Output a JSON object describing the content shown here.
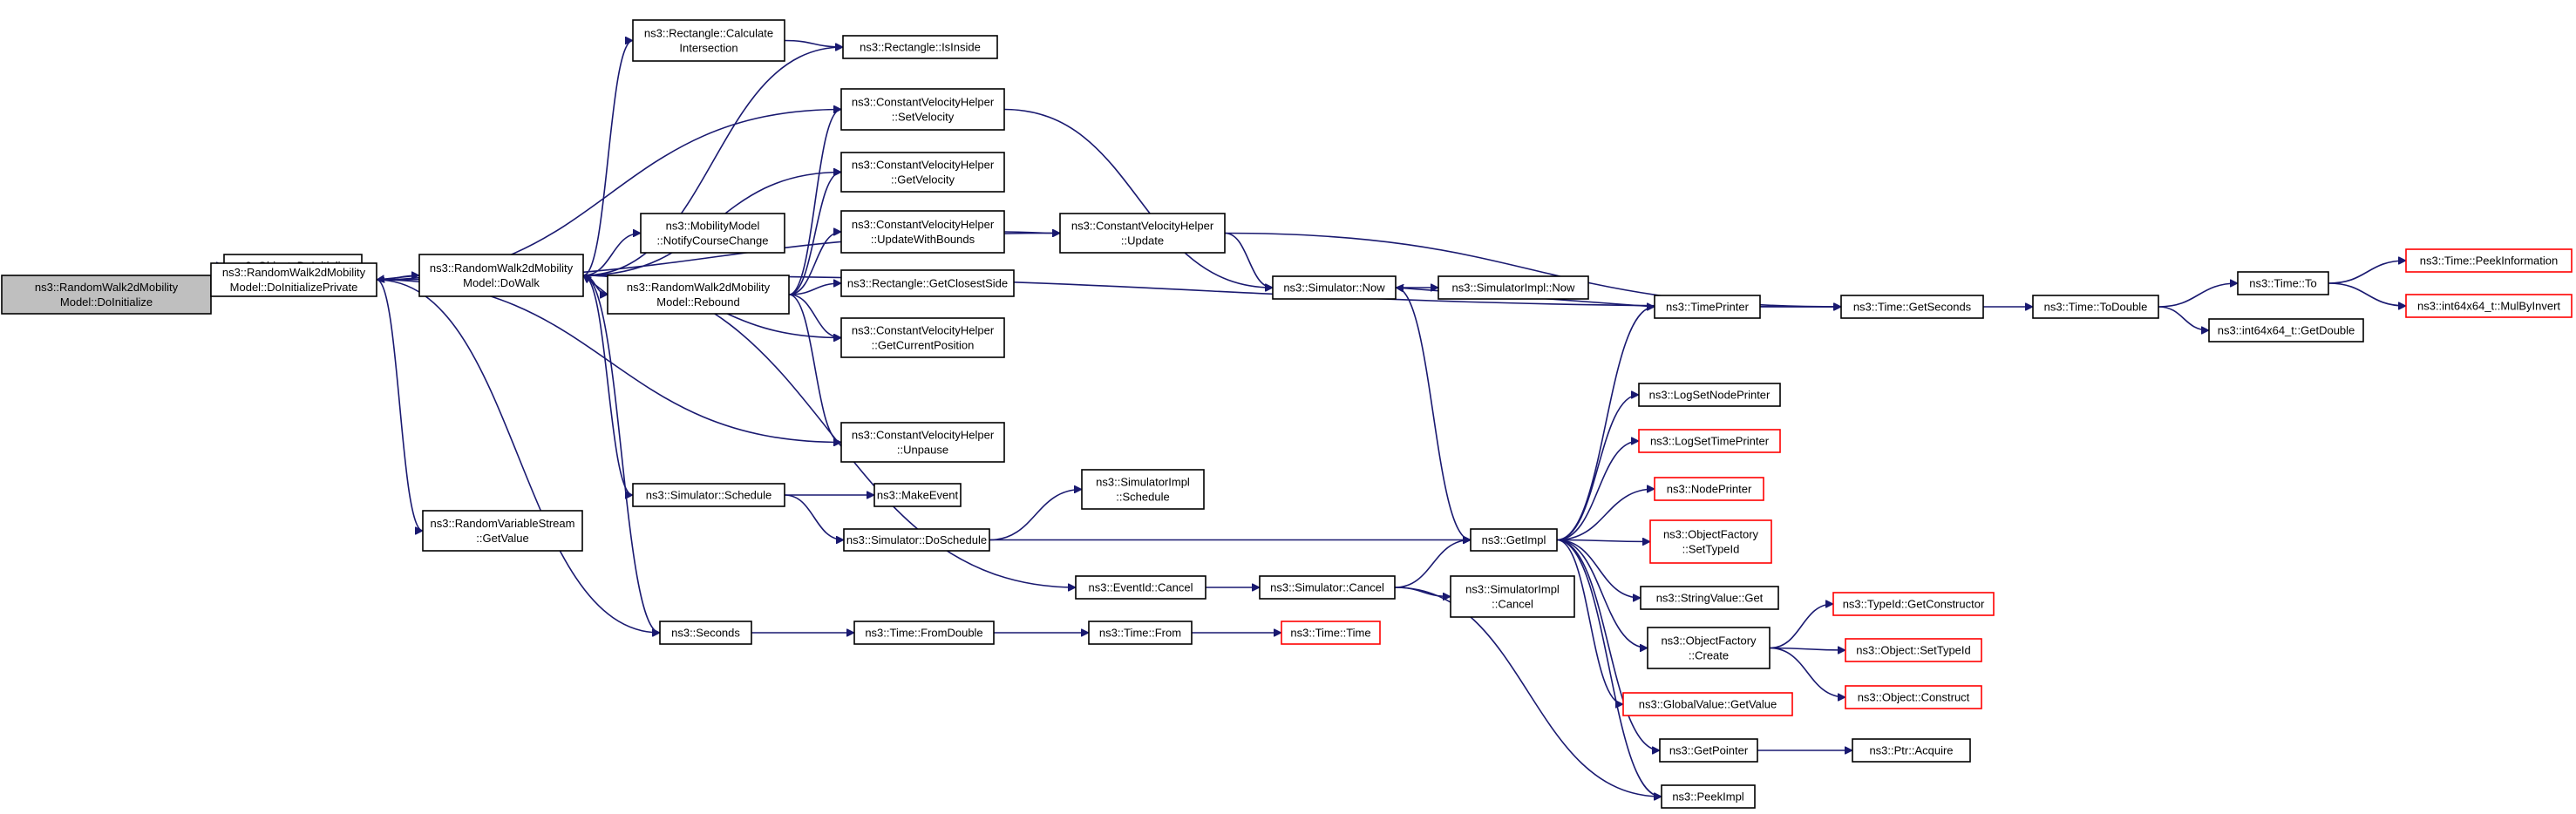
{
  "graph": {
    "nodes": [
      {
        "id": "root",
        "lines": [
          "ns3::RandomWalk2dMobility",
          "Model::DoInitialize"
        ],
        "style": "root"
      },
      {
        "id": "objdoinit",
        "lines": [
          "ns3::Object::DoInitialize"
        ],
        "style": "normal"
      },
      {
        "id": "doinitpriv",
        "lines": [
          "ns3::RandomWalk2dMobility",
          "Model::DoInitializePrivate"
        ],
        "style": "normal"
      },
      {
        "id": "dowalk",
        "lines": [
          "ns3::RandomWalk2dMobility",
          "Model::DoWalk"
        ],
        "style": "normal"
      },
      {
        "id": "rvsget",
        "lines": [
          "ns3::RandomVariableStream",
          "::GetValue"
        ],
        "style": "normal"
      },
      {
        "id": "rectcalc",
        "lines": [
          "ns3::Rectangle::Calculate",
          "Intersection"
        ],
        "style": "normal"
      },
      {
        "id": "mmnotify",
        "lines": [
          "ns3::MobilityModel",
          "::NotifyCourseChange"
        ],
        "style": "normal"
      },
      {
        "id": "rebound",
        "lines": [
          "ns3::RandomWalk2dMobility",
          "Model::Rebound"
        ],
        "style": "normal"
      },
      {
        "id": "simsched",
        "lines": [
          "ns3::Simulator::Schedule"
        ],
        "style": "normal"
      },
      {
        "id": "seconds",
        "lines": [
          "ns3::Seconds"
        ],
        "style": "normal"
      },
      {
        "id": "rectisinside",
        "lines": [
          "ns3::Rectangle::IsInside"
        ],
        "style": "normal"
      },
      {
        "id": "cvhsetvel",
        "lines": [
          "ns3::ConstantVelocityHelper",
          "::SetVelocity"
        ],
        "style": "normal"
      },
      {
        "id": "cvhgetvel",
        "lines": [
          "ns3::ConstantVelocityHelper",
          "::GetVelocity"
        ],
        "style": "normal"
      },
      {
        "id": "cvhupdbounds",
        "lines": [
          "ns3::ConstantVelocityHelper",
          "::UpdateWithBounds"
        ],
        "style": "normal"
      },
      {
        "id": "rectclosest",
        "lines": [
          "ns3::Rectangle::GetClosestSide"
        ],
        "style": "normal"
      },
      {
        "id": "cvhgetpos",
        "lines": [
          "ns3::ConstantVelocityHelper",
          "::GetCurrentPosition"
        ],
        "style": "normal"
      },
      {
        "id": "cvhunpause",
        "lines": [
          "ns3::ConstantVelocityHelper",
          "::Unpause"
        ],
        "style": "normal"
      },
      {
        "id": "makeevent",
        "lines": [
          "ns3::MakeEvent"
        ],
        "style": "normal"
      },
      {
        "id": "simdosched",
        "lines": [
          "ns3::Simulator::DoSchedule"
        ],
        "style": "normal"
      },
      {
        "id": "timefromdouble",
        "lines": [
          "ns3::Time::FromDouble"
        ],
        "style": "normal"
      },
      {
        "id": "cvhupdate",
        "lines": [
          "ns3::ConstantVelocityHelper",
          "::Update"
        ],
        "style": "normal"
      },
      {
        "id": "simimplsched",
        "lines": [
          "ns3::SimulatorImpl",
          "::Schedule"
        ],
        "style": "normal"
      },
      {
        "id": "eventcancel",
        "lines": [
          "ns3::EventId::Cancel"
        ],
        "style": "normal"
      },
      {
        "id": "timefrom",
        "lines": [
          "ns3::Time::From"
        ],
        "style": "normal"
      },
      {
        "id": "simnow",
        "lines": [
          "ns3::Simulator::Now"
        ],
        "style": "normal"
      },
      {
        "id": "simcancel",
        "lines": [
          "ns3::Simulator::Cancel"
        ],
        "style": "normal"
      },
      {
        "id": "timetime",
        "lines": [
          "ns3::Time::Time"
        ],
        "style": "red"
      },
      {
        "id": "simimplnow",
        "lines": [
          "ns3::SimulatorImpl::Now"
        ],
        "style": "normal"
      },
      {
        "id": "simimplcancel",
        "lines": [
          "ns3::SimulatorImpl",
          "::Cancel"
        ],
        "style": "normal"
      },
      {
        "id": "getimpl",
        "lines": [
          "ns3::GetImpl"
        ],
        "style": "normal"
      },
      {
        "id": "timeprinter",
        "lines": [
          "ns3::TimePrinter"
        ],
        "style": "normal"
      },
      {
        "id": "logsetnode",
        "lines": [
          "ns3::LogSetNodePrinter"
        ],
        "style": "normal"
      },
      {
        "id": "logsettime",
        "lines": [
          "ns3::LogSetTimePrinter"
        ],
        "style": "red"
      },
      {
        "id": "nodeprinter",
        "lines": [
          "ns3::NodePrinter"
        ],
        "style": "red"
      },
      {
        "id": "ofsettypeid",
        "lines": [
          "ns3::ObjectFactory",
          "::SetTypeId"
        ],
        "style": "red"
      },
      {
        "id": "strvalget",
        "lines": [
          "ns3::StringValue::Get"
        ],
        "style": "normal"
      },
      {
        "id": "ofcreate",
        "lines": [
          "ns3::ObjectFactory",
          "::Create"
        ],
        "style": "normal"
      },
      {
        "id": "globalval",
        "lines": [
          "ns3::GlobalValue::GetValue"
        ],
        "style": "red"
      },
      {
        "id": "getpointer",
        "lines": [
          "ns3::GetPointer"
        ],
        "style": "normal"
      },
      {
        "id": "peekimpl",
        "lines": [
          "ns3::PeekImpl"
        ],
        "style": "normal"
      },
      {
        "id": "timegetsec",
        "lines": [
          "ns3::Time::GetSeconds"
        ],
        "style": "normal"
      },
      {
        "id": "typeidgetctor",
        "lines": [
          "ns3::TypeId::GetConstructor"
        ],
        "style": "red"
      },
      {
        "id": "objsettypeid",
        "lines": [
          "ns3::Object::SetTypeId"
        ],
        "style": "red"
      },
      {
        "id": "objconstruct",
        "lines": [
          "ns3::Object::Construct"
        ],
        "style": "red"
      },
      {
        "id": "ptracquire",
        "lines": [
          "ns3::Ptr::Acquire"
        ],
        "style": "normal"
      },
      {
        "id": "timetodouble",
        "lines": [
          "ns3::Time::ToDouble"
        ],
        "style": "normal"
      },
      {
        "id": "timeto",
        "lines": [
          "ns3::Time::To"
        ],
        "style": "normal"
      },
      {
        "id": "int64getdouble",
        "lines": [
          "ns3::int64x64_t::GetDouble"
        ],
        "style": "normal"
      },
      {
        "id": "timepeek",
        "lines": [
          "ns3::Time::PeekInformation"
        ],
        "style": "red"
      },
      {
        "id": "int64mulbyinv",
        "lines": [
          "ns3::int64x64_t::MulByInvert"
        ],
        "style": "red"
      }
    ],
    "edges": [
      [
        "root",
        "objdoinit"
      ],
      [
        "root",
        "doinitpriv"
      ],
      [
        "doinitpriv",
        "dowalk"
      ],
      [
        "doinitpriv",
        "rvsget"
      ],
      [
        "doinitpriv",
        "cvhupdate"
      ],
      [
        "doinitpriv",
        "cvhsetvel"
      ],
      [
        "doinitpriv",
        "cvhunpause"
      ],
      [
        "doinitpriv",
        "seconds"
      ],
      [
        "dowalk",
        "doinitpriv"
      ],
      [
        "dowalk",
        "rectcalc"
      ],
      [
        "dowalk",
        "rectisinside"
      ],
      [
        "dowalk",
        "cvhgetvel"
      ],
      [
        "dowalk",
        "mmnotify"
      ],
      [
        "dowalk",
        "rebound"
      ],
      [
        "dowalk",
        "cvhgetpos"
      ],
      [
        "dowalk",
        "simsched"
      ],
      [
        "dowalk",
        "seconds"
      ],
      [
        "dowalk",
        "eventcancel"
      ],
      [
        "dowalk",
        "timegetsec"
      ],
      [
        "rebound",
        "dowalk"
      ],
      [
        "rebound",
        "cvhsetvel"
      ],
      [
        "rebound",
        "cvhgetvel"
      ],
      [
        "rebound",
        "cvhupdbounds"
      ],
      [
        "rebound",
        "rectclosest"
      ],
      [
        "rebound",
        "cvhgetpos"
      ],
      [
        "rebound",
        "cvhunpause"
      ],
      [
        "rectcalc",
        "rectisinside"
      ],
      [
        "cvhsetvel",
        "simnow"
      ],
      [
        "cvhupdbounds",
        "cvhupdate"
      ],
      [
        "cvhupdate",
        "simnow"
      ],
      [
        "cvhupdate",
        "timegetsec"
      ],
      [
        "simsched",
        "makeevent"
      ],
      [
        "simsched",
        "simdosched"
      ],
      [
        "simdosched",
        "simimplsched"
      ],
      [
        "simdosched",
        "getimpl"
      ],
      [
        "seconds",
        "timefromdouble"
      ],
      [
        "timefromdouble",
        "timefrom"
      ],
      [
        "timefrom",
        "timetime"
      ],
      [
        "eventcancel",
        "simcancel"
      ],
      [
        "simcancel",
        "getimpl"
      ],
      [
        "simcancel",
        "simimplcancel"
      ],
      [
        "simcancel",
        "peekimpl"
      ],
      [
        "simnow",
        "simimplnow"
      ],
      [
        "simnow",
        "getimpl"
      ],
      [
        "getimpl",
        "timeprinter"
      ],
      [
        "getimpl",
        "logsetnode"
      ],
      [
        "getimpl",
        "logsettime"
      ],
      [
        "getimpl",
        "nodeprinter"
      ],
      [
        "getimpl",
        "ofsettypeid"
      ],
      [
        "getimpl",
        "strvalget"
      ],
      [
        "getimpl",
        "ofcreate"
      ],
      [
        "getimpl",
        "globalval"
      ],
      [
        "getimpl",
        "getpointer"
      ],
      [
        "getimpl",
        "peekimpl"
      ],
      [
        "timeprinter",
        "simnow"
      ],
      [
        "timeprinter",
        "timegetsec"
      ],
      [
        "ofcreate",
        "typeidgetctor"
      ],
      [
        "ofcreate",
        "objsettypeid"
      ],
      [
        "ofcreate",
        "objconstruct"
      ],
      [
        "getpointer",
        "ptracquire"
      ],
      [
        "timegetsec",
        "timetodouble"
      ],
      [
        "timetodouble",
        "timeto"
      ],
      [
        "timetodouble",
        "int64getdouble"
      ],
      [
        "timeto",
        "timepeek"
      ],
      [
        "timeto",
        "int64mulbyinv"
      ]
    ]
  }
}
